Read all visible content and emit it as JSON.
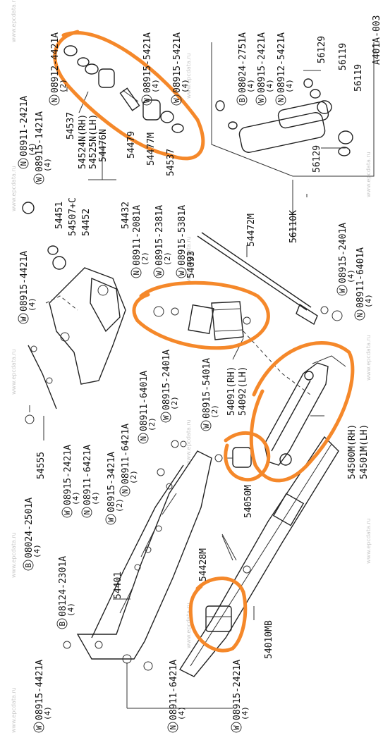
{
  "diagram": {
    "page_code": "A401A-003",
    "watermark": "www.epcdata.ru",
    "highlight_color": "#f5882a",
    "callouts": [
      {
        "id": "c1",
        "marker": "N",
        "code": "08912-4421A",
        "qty": "(2)"
      },
      {
        "id": "c2",
        "marker": "W",
        "code": "08915-5421A",
        "qty": "(4)"
      },
      {
        "id": "c3",
        "marker": "W",
        "code": "08915-5421A",
        "qty": "(4)"
      },
      {
        "id": "c4",
        "marker": "N",
        "code": "08911-2421A",
        "qty": "(4)"
      },
      {
        "id": "c5",
        "marker": "W",
        "code": "08915-1421A",
        "qty": "(4)"
      },
      {
        "id": "c6",
        "marker": "B",
        "code": "08024-2751A",
        "qty": "(4)"
      },
      {
        "id": "c7",
        "marker": "W",
        "code": "08915-2421A",
        "qty": "(4)"
      },
      {
        "id": "c8",
        "marker": "N",
        "code": "08912-5421A",
        "qty": "(4)"
      },
      {
        "id": "c9",
        "marker": "W",
        "code": "08915-4421A",
        "qty": "(4)"
      },
      {
        "id": "c10",
        "marker": "N",
        "code": "08911-2081A",
        "qty": "(2)"
      },
      {
        "id": "c11",
        "marker": "W",
        "code": "08915-2381A",
        "qty": "(2)"
      },
      {
        "id": "c12",
        "marker": "W",
        "code": "08915-5381A",
        "qty": "(2)"
      },
      {
        "id": "c13",
        "marker": "W",
        "code": "08915-2401A",
        "qty": "(4)"
      },
      {
        "id": "c14",
        "marker": "N",
        "code": "08911-6401A",
        "qty": "(4)"
      },
      {
        "id": "c15",
        "marker": "N",
        "code": "08911-6401A",
        "qty": "(2)"
      },
      {
        "id": "c16",
        "marker": "W",
        "code": "08915-2401A",
        "qty": "(2)"
      },
      {
        "id": "c17",
        "marker": "W",
        "code": "08915-5401A",
        "qty": "(2)"
      },
      {
        "id": "c18",
        "marker": "N",
        "code": "08911-6421A",
        "qty": "(2)"
      },
      {
        "id": "c19",
        "marker": "W",
        "code": "08915-3421A",
        "qty": "(2)"
      },
      {
        "id": "c20",
        "marker": "W",
        "code": "08915-2421A",
        "qty": "(4)"
      },
      {
        "id": "c21",
        "marker": "N",
        "code": "08911-6421A",
        "qty": "(4)"
      },
      {
        "id": "c22",
        "marker": "B",
        "code": "08024-2501A",
        "qty": "(4)"
      },
      {
        "id": "c23",
        "marker": "B",
        "code": "08124-2301A",
        "qty": "(4)"
      },
      {
        "id": "c24",
        "marker": "W",
        "code": "08915-4421A",
        "qty": "(4)"
      },
      {
        "id": "c25",
        "marker": "N",
        "code": "08911-6421A",
        "qty": "(4)"
      },
      {
        "id": "c26",
        "marker": "W",
        "code": "08915-2421A",
        "qty": "(4)"
      }
    ],
    "part_labels": {
      "p54537a": "54537",
      "p54524": "54524N(RH)",
      "p54525": "54525N(LH)",
      "p54476": "54476N",
      "p54479": "54479",
      "p54477": "54477M",
      "p54537b": "54537",
      "p54451": "54451",
      "p54507": "54507+C",
      "p54452": "54452",
      "p54432": "54432",
      "p54093": "54093",
      "p54472": "54472M",
      "p56110": "56110K",
      "p56129a": "56129",
      "p56119a": "56119",
      "p56119b": "56119",
      "p56129b": "56129",
      "p54091": "54091(RH)",
      "p54092": "54092(LH)",
      "p54500": "54500M(RH)",
      "p54501": "54501M(LH)",
      "p54050": "54050M",
      "p54555": "54555",
      "p54401": "54401",
      "p54428": "54428M",
      "p54010": "54010MB"
    }
  }
}
